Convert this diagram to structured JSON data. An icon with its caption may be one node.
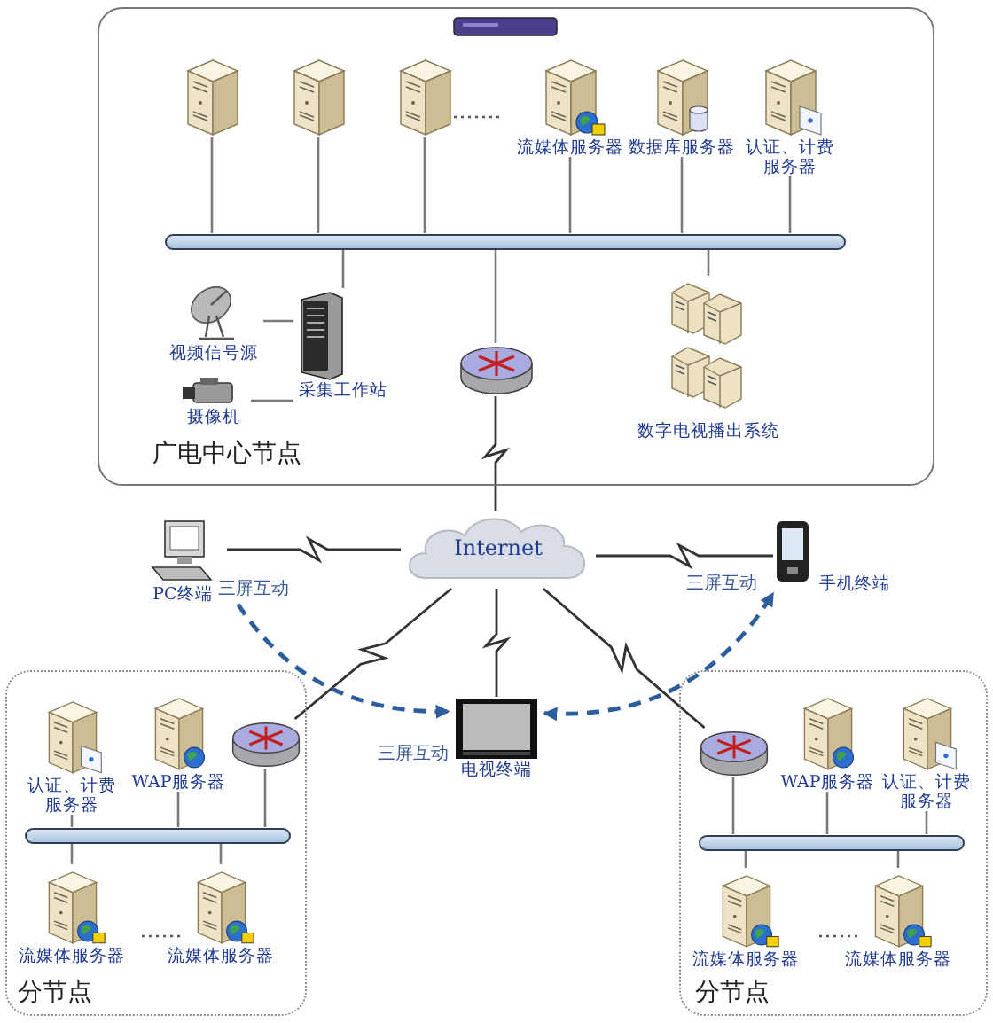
{
  "diagram": {
    "nodes": [
      {
        "text": [
          "广电中心节点"
        ]
      },
      {
        "text": [],
        "shape": "picture",
        "in": 0
      },
      {
        "text": [],
        "shape": "picture",
        "in": 0
      },
      {
        "text": [],
        "shape": "picture",
        "in": 0
      },
      {
        "text": [],
        "shape": "picture",
        "in": 0
      },
      {
        "text": [
          "流媒体服务器"
        ],
        "in": 0
      },
      {
        "text": [
          "数据库服务器"
        ],
        "in": 0
      },
      {
        "text": [
          "认证、计费服务器"
        ],
        "in": 0
      },
      {
        "text": [],
        "shape": "bar",
        "in": 0
      },
      {
        "text": [
          "视频信号源"
        ],
        "in": 0
      },
      {
        "text": [
          "摄像机"
        ],
        "in": 0
      },
      {
        "text": [
          "采集工作站"
        ],
        "in": 0
      },
      {
        "text": [
          "数字电视播出系统"
        ],
        "in": 0
      },
      {
        "text": [],
        "shape": "picture",
        "in": 0
      },
      {
        "text": [
          "Internet"
        ]
      },
      {
        "text": [
          "PC终端"
        ]
      },
      {
        "text": [
          "手机终端"
        ]
      },
      {
        "text": [
          "电视终端"
        ]
      },
      {
        "text": [
          "分节点"
        ]
      },
      {
        "text": [
          "认证、计费服务器"
        ],
        "in": 18
      },
      {
        "text": [
          "WAP服务器"
        ],
        "in": 18
      },
      {
        "text": [],
        "shape": "picture",
        "in": 18
      },
      {
        "text": [],
        "shape": "bar",
        "in": 18
      },
      {
        "text": [
          "流媒体服务器"
        ],
        "in": 18
      },
      {
        "text": [
          "流媒体服务器"
        ],
        "in": 18
      },
      {
        "text": [
          "分节点"
        ]
      },
      {
        "text": [],
        "shape": "picture",
        "in": 25
      },
      {
        "text": [
          "WAP服务器"
        ],
        "in": 25
      },
      {
        "text": [
          "认证、计费服务器"
        ],
        "in": 25
      },
      {
        "text": [],
        "shape": "bar",
        "in": 25
      },
      {
        "text": [
          "流媒体服务器"
        ],
        "in": 25
      },
      {
        "text": [
          "流媒体服务器"
        ],
        "in": 25
      }
    ],
    "edges": [
      {
        "from": 2,
        "to": 8,
        "arrow": "none"
      },
      {
        "from": 3,
        "to": 8,
        "arrow": "none"
      },
      {
        "from": 4,
        "to": 8,
        "arrow": "none"
      },
      {
        "from": 5,
        "to": 8,
        "arrow": "none"
      },
      {
        "from": 6,
        "to": 8,
        "arrow": "none"
      },
      {
        "from": 7,
        "to": 8,
        "arrow": "none"
      },
      {
        "from": 8,
        "to": 11,
        "arrow": "none"
      },
      {
        "from": 8,
        "to": 13,
        "arrow": "none"
      },
      {
        "from": 8,
        "to": 12,
        "arrow": "none"
      },
      {
        "from": 9,
        "to": 11,
        "arrow": "none"
      },
      {
        "from": 10,
        "to": 11,
        "arrow": "none"
      },
      {
        "from": 13,
        "to": 14,
        "arrow": "none",
        "color": "#333333"
      },
      {
        "from": 14,
        "to": 15,
        "arrow": "none",
        "color": "#333333"
      },
      {
        "from": 14,
        "to": 16,
        "arrow": "none",
        "color": "#333333"
      },
      {
        "from": 14,
        "to": 17,
        "arrow": "none",
        "color": "#333333"
      },
      {
        "from": 14,
        "to": 21,
        "arrow": "none",
        "color": "#333333"
      },
      {
        "from": 14,
        "to": 26,
        "arrow": "none",
        "color": "#333333"
      },
      {
        "from": 15,
        "to": 17,
        "arrow": "both",
        "style": "dashed",
        "color": "#2e5d9e",
        "label": "三屏互动"
      },
      {
        "from": 17,
        "to": 16,
        "arrow": "both",
        "style": "dashed",
        "color": "#2e5d9e",
        "label": "三屏互动"
      },
      {
        "from": 19,
        "to": 22,
        "arrow": "none"
      },
      {
        "from": 20,
        "to": 22,
        "arrow": "none"
      },
      {
        "from": 21,
        "to": 22,
        "arrow": "none"
      },
      {
        "from": 22,
        "to": 23,
        "arrow": "none"
      },
      {
        "from": 22,
        "to": 24,
        "arrow": "none"
      },
      {
        "from": 26,
        "to": 29,
        "arrow": "none"
      },
      {
        "from": 27,
        "to": 29,
        "arrow": "none"
      },
      {
        "from": 28,
        "to": 29,
        "arrow": "none"
      },
      {
        "from": 29,
        "to": 30,
        "arrow": "none"
      },
      {
        "from": 29,
        "to": 31,
        "arrow": "none"
      }
    ],
    "labels": [
      "三屏互动"
    ]
  }
}
